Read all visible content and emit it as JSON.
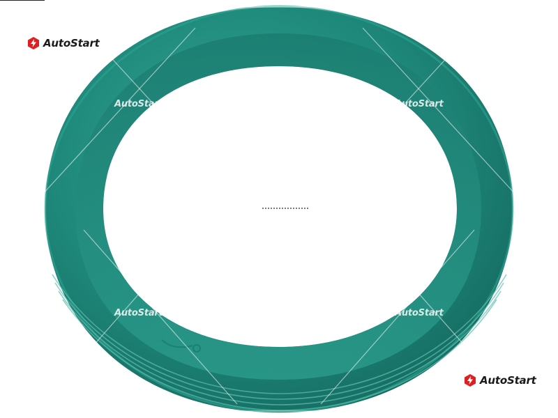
{
  "brand": {
    "name": "AutoStart",
    "logo_color": "#e02020",
    "text_color": "#1a1a1a"
  },
  "watermarks": [
    {
      "label": "AutoStart"
    },
    {
      "label": "AutoStart"
    },
    {
      "label": "AutoStart"
    },
    {
      "label": "AutoStart"
    }
  ],
  "product": {
    "icon": "oil-seal-ring",
    "color": "#1f8a7c"
  }
}
